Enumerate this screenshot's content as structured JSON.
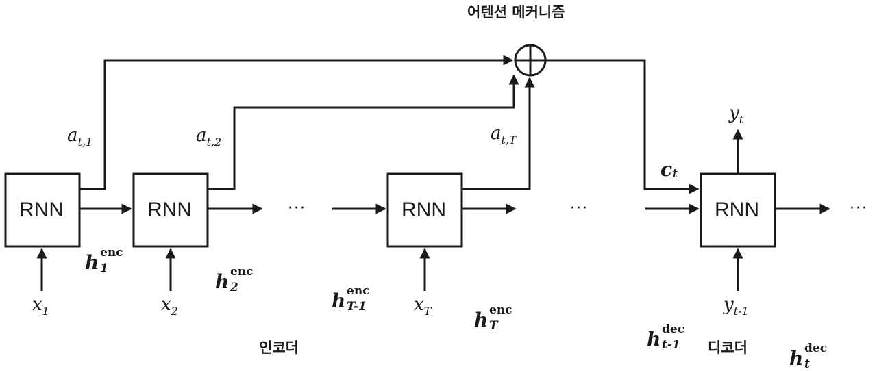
{
  "title": "어텐션 메커니즘",
  "encoder_label": "인코더",
  "decoder_label": "디코더",
  "rnn_label": "RNN",
  "ellipsis": "···",
  "weights": {
    "a1": {
      "base": "a",
      "sub": "t,1"
    },
    "a2": {
      "base": "a",
      "sub": "t,2"
    },
    "aT": {
      "base": "a",
      "sub": "t,T"
    }
  },
  "context": {
    "base": "c",
    "sub": "t"
  },
  "inputs": {
    "x1": {
      "base": "x",
      "sub": "1"
    },
    "x2": {
      "base": "x",
      "sub": "2"
    },
    "xT": {
      "base": "x",
      "sub": "T"
    },
    "yprev": {
      "base": "y",
      "sub": "t-1"
    }
  },
  "output": {
    "base": "y",
    "sub": "t"
  },
  "hidden": {
    "h1": {
      "base": "h",
      "sup": "enc",
      "sub": "1"
    },
    "h2": {
      "base": "h",
      "sup": "enc",
      "sub": "2"
    },
    "hTm1": {
      "base": "h",
      "sup": "enc",
      "sub": "T-1"
    },
    "hT": {
      "base": "h",
      "sup": "enc",
      "sub": "T"
    },
    "hdec_prev": {
      "base": "h",
      "sup": "dec",
      "sub": "t-1"
    },
    "hdec_t": {
      "base": "h",
      "sup": "dec",
      "sub": "t"
    }
  }
}
